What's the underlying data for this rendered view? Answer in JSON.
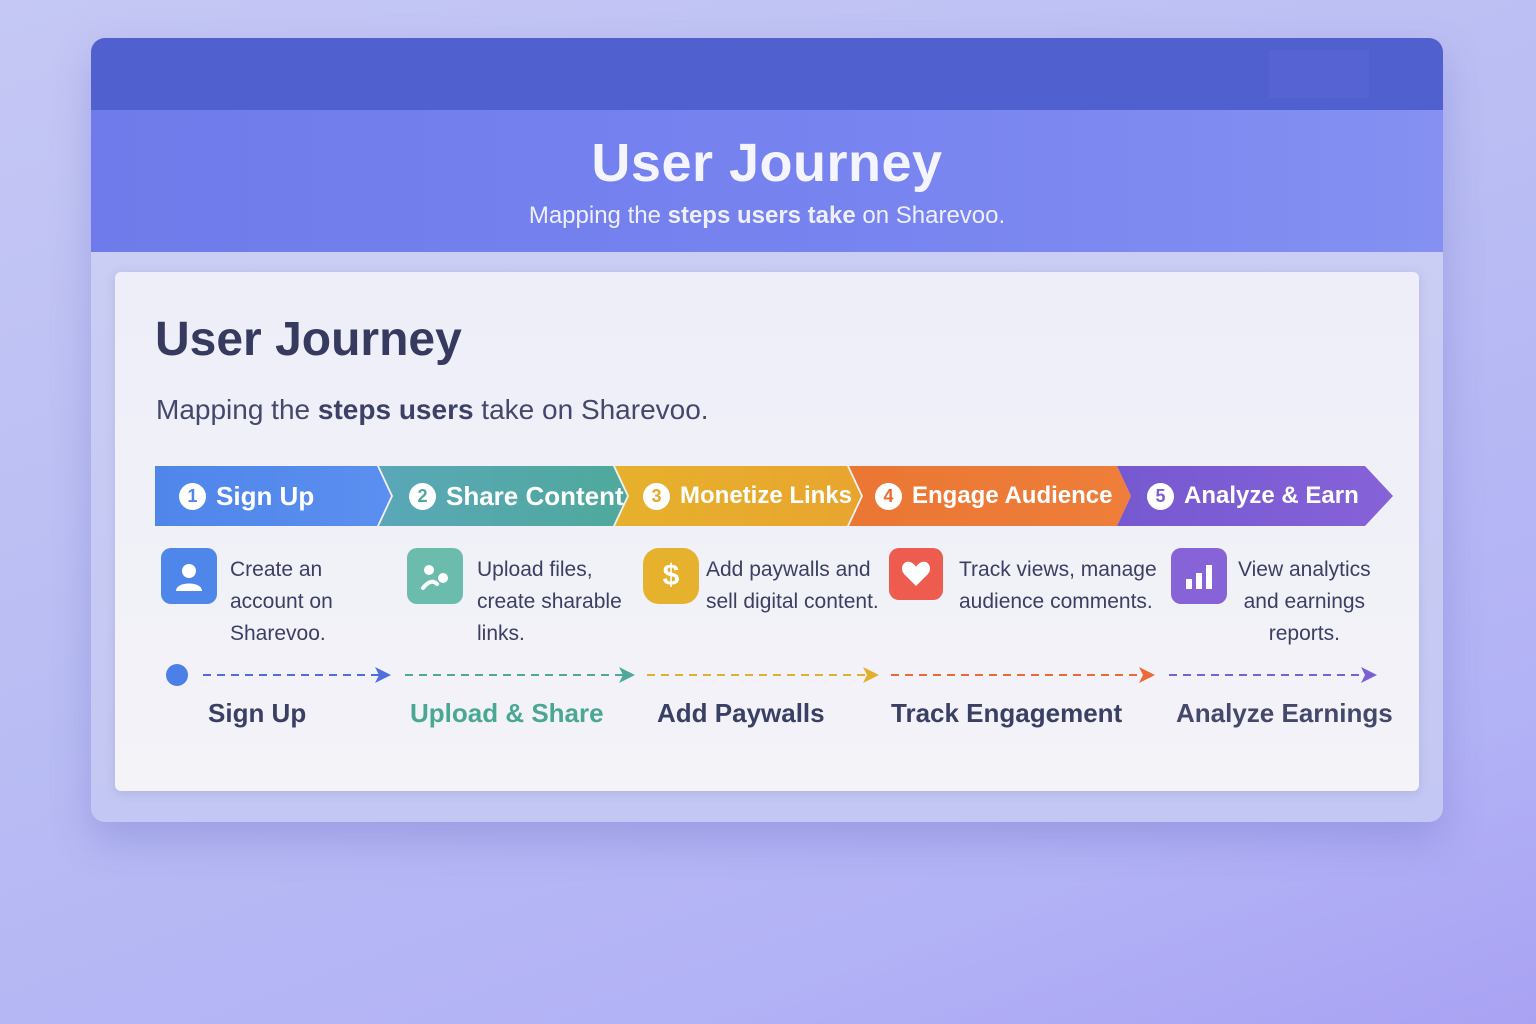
{
  "header": {
    "title": "User Journey",
    "subtitle_pre": "Mapping the ",
    "subtitle_bold": "steps users take",
    "subtitle_post": " on Sharevoo."
  },
  "card": {
    "title": "User Journey",
    "subtitle_pre": "Mapping the ",
    "subtitle_bold": "steps users",
    "subtitle_post": " take on Sharevoo."
  },
  "steps": [
    {
      "number": "1",
      "label": "Sign Up",
      "color": "#4f86ea",
      "icon": "user-icon",
      "description": [
        "Create an",
        "account on",
        "Sharevoo."
      ],
      "flow_label": "Sign Up",
      "flow_color": "#3a3f64"
    },
    {
      "number": "2",
      "label": "Share Content",
      "color": "#4fa99b",
      "icon": "share-icon",
      "description": [
        "Upload files,",
        "create sharable",
        "links."
      ],
      "flow_label": "Upload & Share",
      "flow_color": "#4aa794"
    },
    {
      "number": "3",
      "label": "Monetize Links",
      "color": "#e3b02e",
      "icon": "dollar-icon",
      "description": [
        "Add paywalls and",
        "sell digital content."
      ],
      "flow_label": "Add Paywalls",
      "flow_color": "#3a3f64"
    },
    {
      "number": "4",
      "label": "Engage Audience",
      "color": "#ea7a3a",
      "icon": "heart-icon",
      "description": [
        "Track views, manage",
        "audience comments."
      ],
      "flow_label": "Track Engagement",
      "flow_color": "#3a3f64"
    },
    {
      "number": "5",
      "label": "Analyze & Earn",
      "color": "#7d5fd4",
      "icon": "bar-chart-icon",
      "description": [
        "View analytics",
        "and earnings",
        "reports."
      ],
      "flow_label": "Analyze Earnings",
      "flow_color": "#3a3f64"
    }
  ],
  "colors": {
    "titlebar": "#5160cf",
    "hero": "#7480ec",
    "flow_arrows": [
      "#4f6fe0",
      "#4fa99b",
      "#e3b02e",
      "#ea6a3a",
      "#7d5fd4"
    ],
    "heart_icon_bg": "#ee5b4f"
  }
}
